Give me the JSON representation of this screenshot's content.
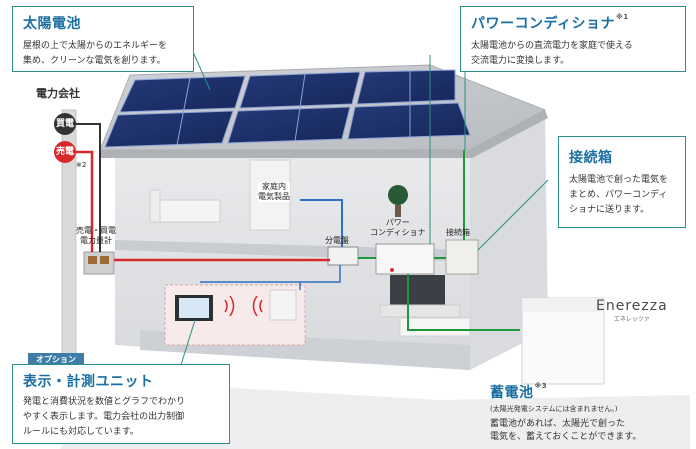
{
  "solar_panel": {
    "title": "太陽電池",
    "lines": [
      "屋根の上で太陽からのエネルギーを",
      "集め、クリーンな電気を創ります。"
    ]
  },
  "power_conditioner": {
    "title": "パワーコンディショナ",
    "note": "※1",
    "lines": [
      "太陽電池からの直流電力を家庭で使える",
      "交流電力に変換します。"
    ]
  },
  "junction_box": {
    "title": "接続箱",
    "lines": [
      "太陽電池で創った電気を",
      "まとめ、パワーコンディ",
      "ショナに送ります。"
    ]
  },
  "display_unit": {
    "option_label": "オプション",
    "title": "表示・計測ユニット",
    "lines": [
      "発電と消費状況を数値とグラフでわかり",
      "やすく表示します。電力会社の出力制御",
      "ルールにも対応しています。"
    ]
  },
  "battery": {
    "title": "蓄電池",
    "note": "※3",
    "subnote": "(太陽光発電システムには含まれません。)",
    "lines": [
      "蓄電池があれば、太陽光で創った",
      "電気を、蓄えておくことができます。"
    ]
  },
  "labels": {
    "power_company": "電力会社",
    "buy": "買電",
    "sell": "売電",
    "sell_note": "※2",
    "meter_line1": "売電・買電",
    "meter_line2": "電力量計",
    "appliance_line1": "家庭内",
    "appliance_line2": "電気製品",
    "distribution_board": "分電盤",
    "pcs_line1": "パワー",
    "pcs_line2": "コンディショナ",
    "junction": "接続箱",
    "brand": "Enerezza",
    "brand_kana": "エネレッツァ"
  },
  "colors": {
    "accent_blue": "#1b6fa3",
    "border_teal": "#2e8f87",
    "line_green": "#1f9a3a",
    "line_red": "#d62a2a",
    "line_blue": "#2f6fc4",
    "buy_circle": "#333333",
    "sell_circle": "#d62a2a"
  }
}
